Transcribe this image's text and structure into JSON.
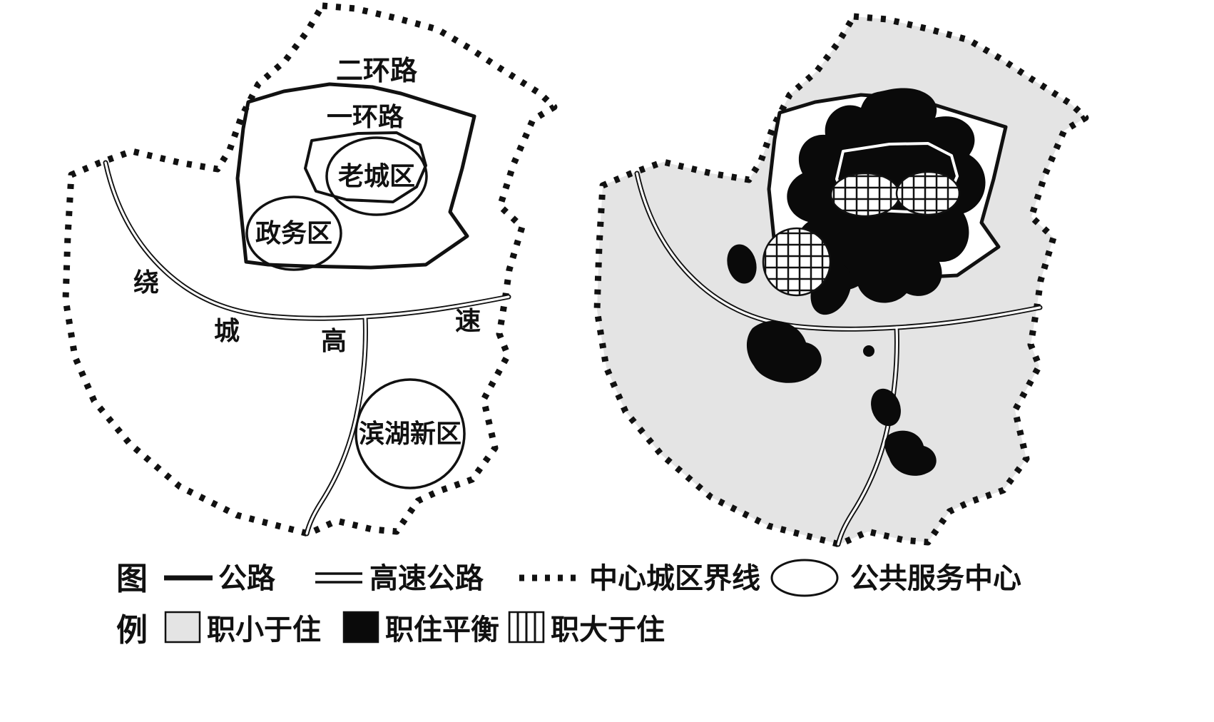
{
  "figure": {
    "left_map": {
      "ring_road_2_label": "二环路",
      "ring_road_1_label": "一环路",
      "old_city_label": "老城区",
      "government_district_label": "政务区",
      "ring_expressway_chars": [
        "绕",
        "城",
        "高",
        "速"
      ],
      "binhu_new_district_label": "滨湖新区"
    },
    "legend": {
      "title_char_1": "图",
      "title_char_2": "例",
      "road_label": "公路",
      "expressway_label": "高速公路",
      "central_city_boundary_label": "中心城区界线",
      "public_service_center_label": "公共服务中心",
      "jobs_less_than_housing_label": "职小于住",
      "jobs_housing_balanced_label": "职住平衡",
      "jobs_greater_than_housing_label": "职大于住"
    },
    "colors": {
      "jobs_less_fill": "#e4e4e4",
      "jobs_balance_fill": "#0a0a0a",
      "line_color": "#111111"
    }
  }
}
